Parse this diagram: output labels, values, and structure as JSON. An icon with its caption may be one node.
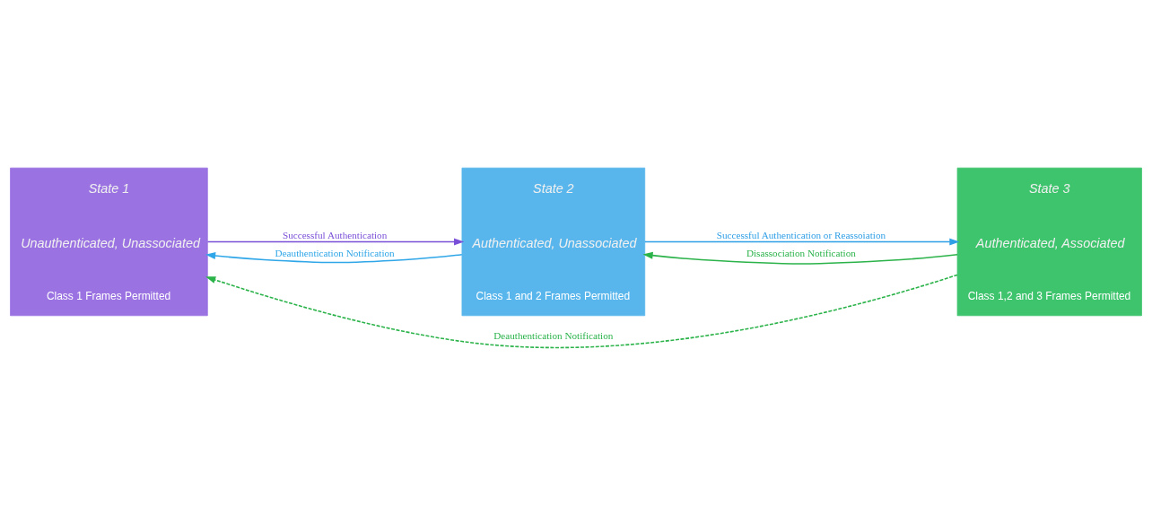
{
  "diagram": {
    "nodes": [
      {
        "text": [
          "State 1",
          "Unauthenticated, Unassociated",
          "Class 1 Frames Permitted"
        ]
      },
      {
        "text": [
          "State 2",
          "Authenticated, Unassociated",
          "Class 1 and 2 Frames Permitted"
        ]
      },
      {
        "text": [
          "State 3",
          "Authenticated, Associated",
          "Class 1,2 and 3 Frames Permitted"
        ]
      }
    ],
    "edges": [
      {
        "from": 0,
        "to": 1,
        "arrow": "to",
        "label": "Successful Authentication",
        "color": "#7a4fd8"
      },
      {
        "from": 1,
        "to": 0,
        "arrow": "to",
        "label": "Deauthentication Notification",
        "color": "#2fa6e8"
      },
      {
        "from": 1,
        "to": 2,
        "arrow": "to",
        "label": "Successful Authentication or Reassoiation",
        "color": "#2f9fe6"
      },
      {
        "from": 2,
        "to": 1,
        "arrow": "to",
        "label": "Disassociation Notification",
        "color": "#2bb34a"
      },
      {
        "from": 2,
        "to": 0,
        "arrow": "to",
        "label": "Deauthentication Notification",
        "style": "dashed",
        "color": "#2bb34a"
      }
    ]
  }
}
